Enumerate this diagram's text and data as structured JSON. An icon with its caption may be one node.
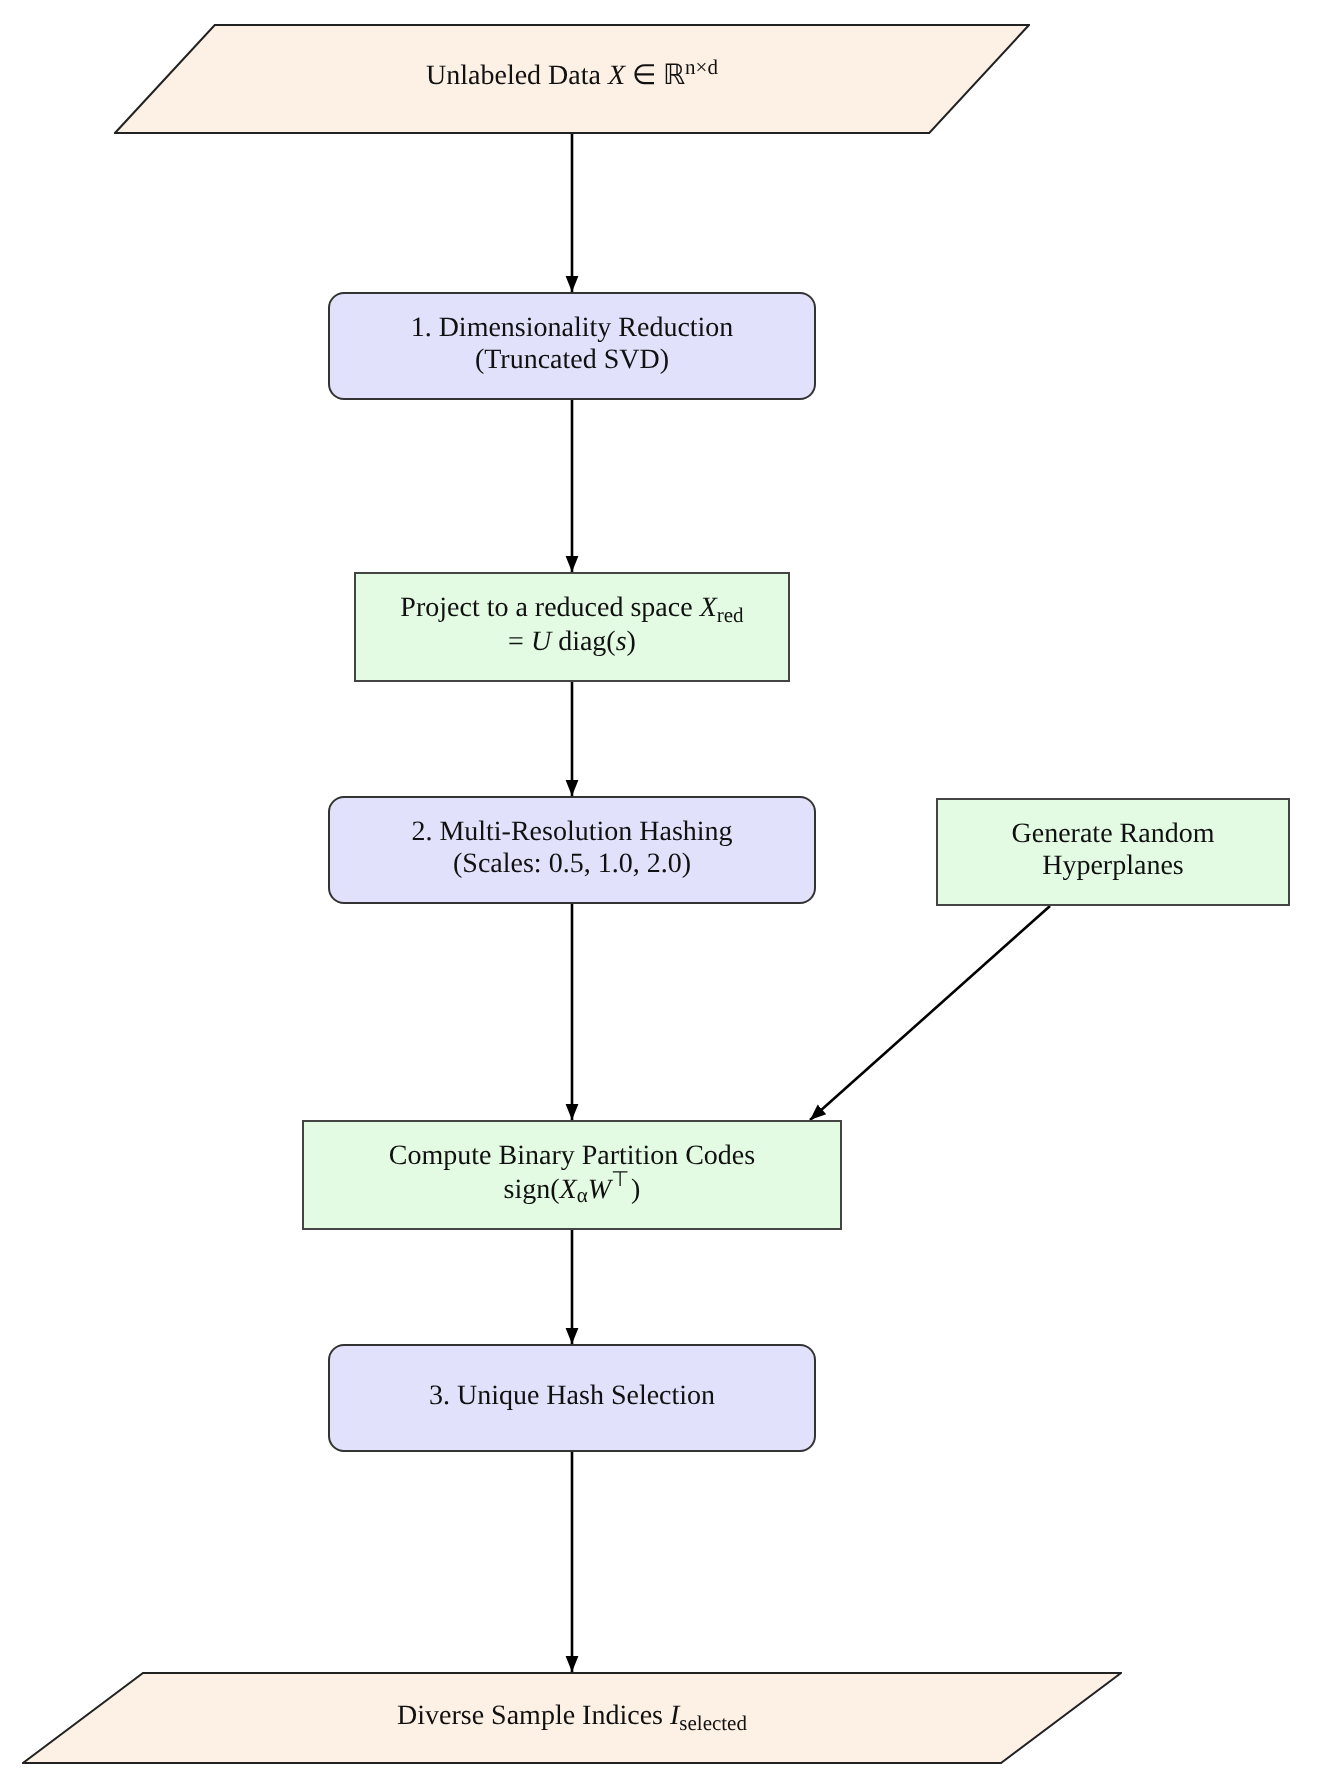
{
  "diagram": {
    "nodes": [
      {
        "text": [
          "Unlabeled Data *X* ∈ ℝ$^{n×d}$"
        ]
      },
      {
        "text": [
          "1. Dimensionality Reduction (Truncated SVD)"
        ]
      },
      {
        "text": [
          "Project to a reduced space *X*$_{red}$ = *U* diag(*s*)"
        ]
      },
      {
        "text": [
          "2. Multi-Resolution Hashing (Scales: 0.5, 1.0, 2.0)"
        ]
      },
      {
        "text": [
          "Generate Random Hyperplanes"
        ]
      },
      {
        "text": [
          "Compute Binary Partition Codes sign(*X*$_{α}$*W*$^{⊤}$)"
        ]
      },
      {
        "text": [
          "3. Unique Hash Selection"
        ]
      },
      {
        "text": [
          "Diverse Sample Indices *I*$_{selected}$"
        ]
      }
    ],
    "edges": [
      {
        "from": 0,
        "to": 1,
        "arrow": "to"
      },
      {
        "from": 1,
        "to": 2,
        "arrow": "to"
      },
      {
        "from": 2,
        "to": 3,
        "arrow": "to"
      },
      {
        "from": 3,
        "to": 5,
        "arrow": "to"
      },
      {
        "from": 4,
        "to": 5,
        "arrow": "to"
      },
      {
        "from": 5,
        "to": 6,
        "arrow": "to"
      },
      {
        "from": 6,
        "to": 7,
        "arrow": "to"
      }
    ]
  }
}
